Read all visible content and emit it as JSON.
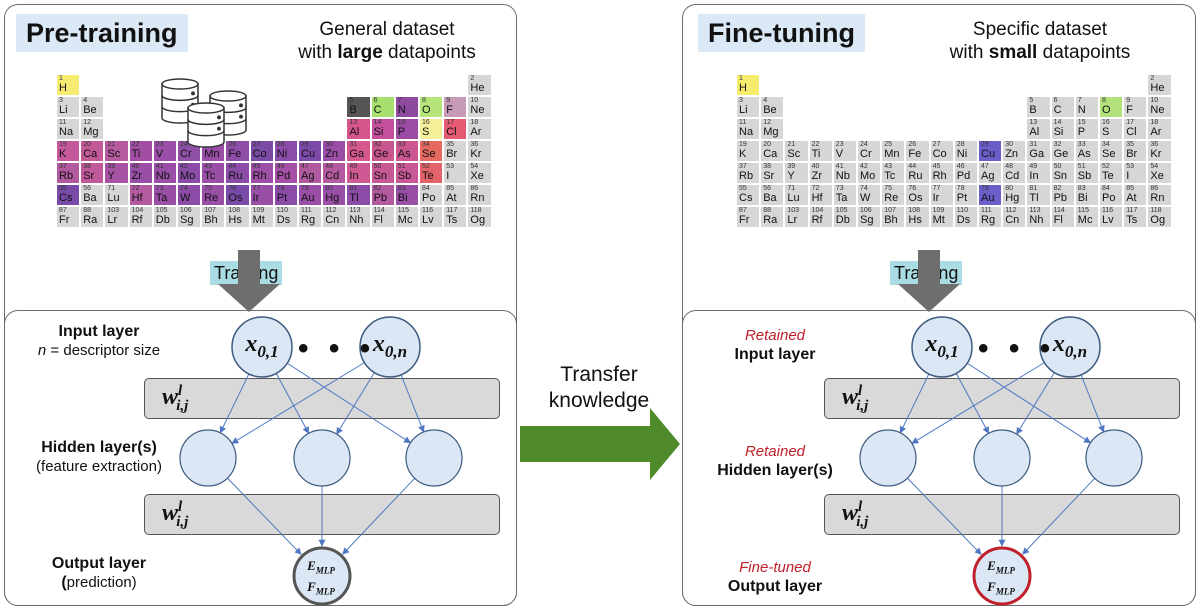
{
  "left": {
    "title": "Pre-training",
    "dataset_line1": "General dataset",
    "dataset_line2_pre": "with ",
    "dataset_line2_bold": "large",
    "dataset_line2_post": " datapoints",
    "training": "Training",
    "input_layer": "Input layer",
    "descriptor_var": "n",
    "descriptor_text": " = descriptor size",
    "hidden_layer": "Hidden layer(s)",
    "hidden_sub": "(feature extraction)",
    "output_layer": "Output layer",
    "output_sub_open": "(",
    "output_sub_rest": "prediction)"
  },
  "right": {
    "title": "Fine-tuning",
    "dataset_line1": "Specific dataset",
    "dataset_line2_pre": "with ",
    "dataset_line2_bold": "small",
    "dataset_line2_post": " datapoints",
    "training": "Training",
    "retained1": "Retained",
    "input_layer": "Input layer",
    "retained2": "Retained",
    "hidden_layer": "Hidden layer(s)",
    "finetuned": "Fine-tuned",
    "output_layer": "Output layer"
  },
  "network": {
    "x_first": "x",
    "x_first_sub": "0,1",
    "x_last": "x",
    "x_last_sub": "0,n",
    "dots": "• • •",
    "weight": "w",
    "weight_sup": "l",
    "weight_sub": "i,j",
    "out_e": "E",
    "out_e_sub": "MLP",
    "out_f": "F",
    "out_f_sub": "MLP"
  },
  "transfer": {
    "line1": "Transfer",
    "line2": "knowledge"
  },
  "colors": {
    "panel_border": "#6b6b6b",
    "title_bg": "#dbe8f6",
    "training_bg": "#a9dde3",
    "node_fill": "#dce7f5",
    "node_stroke": "#3d5a80",
    "edge": "#4f78c2",
    "bar_fill": "#d9d9d9",
    "arrow_green": "#4f8a2b",
    "finetuned_red": "#c0202a",
    "default_cell": "#d6d6d6",
    "highlight_yellow": "#f5ec6e",
    "highlight_green": "#b2e07a",
    "highlight_blue": "#6a5fc9"
  },
  "elements": [
    [
      "H",
      1,
      1,
      1
    ],
    [
      "He",
      2,
      1,
      18
    ],
    [
      "Li",
      3,
      2,
      1
    ],
    [
      "Be",
      4,
      2,
      2
    ],
    [
      "B",
      5,
      2,
      13
    ],
    [
      "C",
      6,
      2,
      14
    ],
    [
      "N",
      7,
      2,
      15
    ],
    [
      "O",
      8,
      2,
      16
    ],
    [
      "F",
      9,
      2,
      17
    ],
    [
      "Ne",
      10,
      2,
      18
    ],
    [
      "Na",
      11,
      3,
      1
    ],
    [
      "Mg",
      12,
      3,
      2
    ],
    [
      "Al",
      13,
      3,
      13
    ],
    [
      "Si",
      14,
      3,
      14
    ],
    [
      "P",
      15,
      3,
      15
    ],
    [
      "S",
      16,
      3,
      16
    ],
    [
      "Cl",
      17,
      3,
      17
    ],
    [
      "Ar",
      18,
      3,
      18
    ],
    [
      "K",
      19,
      4,
      1
    ],
    [
      "Ca",
      20,
      4,
      2
    ],
    [
      "Sc",
      21,
      4,
      3
    ],
    [
      "Ti",
      22,
      4,
      4
    ],
    [
      "V",
      23,
      4,
      5
    ],
    [
      "Cr",
      24,
      4,
      6
    ],
    [
      "Mn",
      25,
      4,
      7
    ],
    [
      "Fe",
      26,
      4,
      8
    ],
    [
      "Co",
      27,
      4,
      9
    ],
    [
      "Ni",
      28,
      4,
      10
    ],
    [
      "Cu",
      29,
      4,
      11
    ],
    [
      "Zn",
      30,
      4,
      12
    ],
    [
      "Ga",
      31,
      4,
      13
    ],
    [
      "Ge",
      32,
      4,
      14
    ],
    [
      "As",
      33,
      4,
      15
    ],
    [
      "Se",
      34,
      4,
      16
    ],
    [
      "Br",
      35,
      4,
      17
    ],
    [
      "Kr",
      36,
      4,
      18
    ],
    [
      "Rb",
      37,
      5,
      1
    ],
    [
      "Sr",
      38,
      5,
      2
    ],
    [
      "Y",
      39,
      5,
      3
    ],
    [
      "Zr",
      40,
      5,
      4
    ],
    [
      "Nb",
      41,
      5,
      5
    ],
    [
      "Mo",
      42,
      5,
      6
    ],
    [
      "Tc",
      43,
      5,
      7
    ],
    [
      "Ru",
      44,
      5,
      8
    ],
    [
      "Rh",
      45,
      5,
      9
    ],
    [
      "Pd",
      46,
      5,
      10
    ],
    [
      "Ag",
      47,
      5,
      11
    ],
    [
      "Cd",
      48,
      5,
      12
    ],
    [
      "In",
      49,
      5,
      13
    ],
    [
      "Sn",
      50,
      5,
      14
    ],
    [
      "Sb",
      51,
      5,
      15
    ],
    [
      "Te",
      52,
      5,
      16
    ],
    [
      "I",
      53,
      5,
      17
    ],
    [
      "Xe",
      54,
      5,
      18
    ],
    [
      "Cs",
      55,
      6,
      1
    ],
    [
      "Ba",
      56,
      6,
      2
    ],
    [
      "Lu",
      71,
      6,
      3
    ],
    [
      "Hf",
      72,
      6,
      4
    ],
    [
      "Ta",
      73,
      6,
      5
    ],
    [
      "W",
      74,
      6,
      6
    ],
    [
      "Re",
      75,
      6,
      7
    ],
    [
      "Os",
      76,
      6,
      8
    ],
    [
      "Ir",
      77,
      6,
      9
    ],
    [
      "Pt",
      78,
      6,
      10
    ],
    [
      "Au",
      79,
      6,
      11
    ],
    [
      "Hg",
      80,
      6,
      12
    ],
    [
      "Tl",
      81,
      6,
      13
    ],
    [
      "Pb",
      82,
      6,
      14
    ],
    [
      "Bi",
      83,
      6,
      15
    ],
    [
      "Po",
      84,
      6,
      16
    ],
    [
      "At",
      85,
      6,
      17
    ],
    [
      "Rn",
      86,
      6,
      18
    ],
    [
      "Fr",
      87,
      7,
      1
    ],
    [
      "Ra",
      88,
      7,
      2
    ],
    [
      "Lr",
      103,
      7,
      3
    ],
    [
      "Rf",
      104,
      7,
      4
    ],
    [
      "Db",
      105,
      7,
      5
    ],
    [
      "Sg",
      106,
      7,
      6
    ],
    [
      "Bh",
      107,
      7,
      7
    ],
    [
      "Hs",
      108,
      7,
      8
    ],
    [
      "Mt",
      109,
      7,
      9
    ],
    [
      "Ds",
      110,
      7,
      10
    ],
    [
      "Rg",
      111,
      7,
      11
    ],
    [
      "Cn",
      112,
      7,
      12
    ],
    [
      "Nh",
      113,
      7,
      13
    ],
    [
      "Fl",
      114,
      7,
      14
    ],
    [
      "Mc",
      115,
      7,
      15
    ],
    [
      "Lv",
      116,
      7,
      16
    ],
    [
      "Ts",
      117,
      7,
      17
    ],
    [
      "Og",
      118,
      7,
      18
    ]
  ],
  "left_colors": {
    "H": "#f6ec72",
    "B": "#555555",
    "C": "#a6df6e",
    "N": "#8e4a9f",
    "O": "#b6e67a",
    "F": "#c79ab8",
    "Al": "#d6558a",
    "Si": "#c2509a",
    "P": "#9b4ba4",
    "S": "#f5ef9a",
    "Cl": "#e45a73",
    "K": "#c45a9b",
    "Ca": "#c35a98",
    "Sc": "#b45a9d",
    "Ti": "#a24ea5",
    "V": "#9a4ea8",
    "Cr": "#8e4fa6",
    "Mn": "#9a4ea8",
    "Fe": "#8e4ea8",
    "Co": "#7a4aa5",
    "Ni": "#8a4ca7",
    "Cu": "#7b4aa9",
    "Zn": "#9a4ea8",
    "Ga": "#d4588d",
    "Ge": "#c8568f",
    "As": "#cc5790",
    "Se": "#e46a5f",
    "Rb": "#b25a9f",
    "Sr": "#c05a9b",
    "Y": "#a852a4",
    "Zr": "#9a4fa7",
    "Nb": "#9a4fa7",
    "Mo": "#8b4ca8",
    "Tc": "#9a4fa7",
    "Ru": "#8b4ca8",
    "Rh": "#9d4fa6",
    "Pd": "#a451a5",
    "Ag": "#b05aa0",
    "Cd": "#b45aa0",
    "In": "#cf5a93",
    "Sn": "#c65894",
    "Sb": "#c85896",
    "Te": "#e4636a",
    "Cs": "#7a4aa8",
    "Hf": "#b45aa0",
    "Ta": "#9a4fa7",
    "W": "#8b4ca8",
    "Re": "#9a4fa7",
    "Os": "#7a4aa8",
    "Ir": "#9a4fa7",
    "Pt": "#8b4ca8",
    "Au": "#9a4fa7",
    "Hg": "#9a4fa7",
    "Tl": "#8b4ca8",
    "Pb": "#b45aa0",
    "Bi": "#9a4fa7"
  },
  "right_colors": {
    "H": "#f5ec6e",
    "O": "#b2e07a",
    "Cu": "#6a5fc9",
    "Au": "#6a5fc9"
  }
}
